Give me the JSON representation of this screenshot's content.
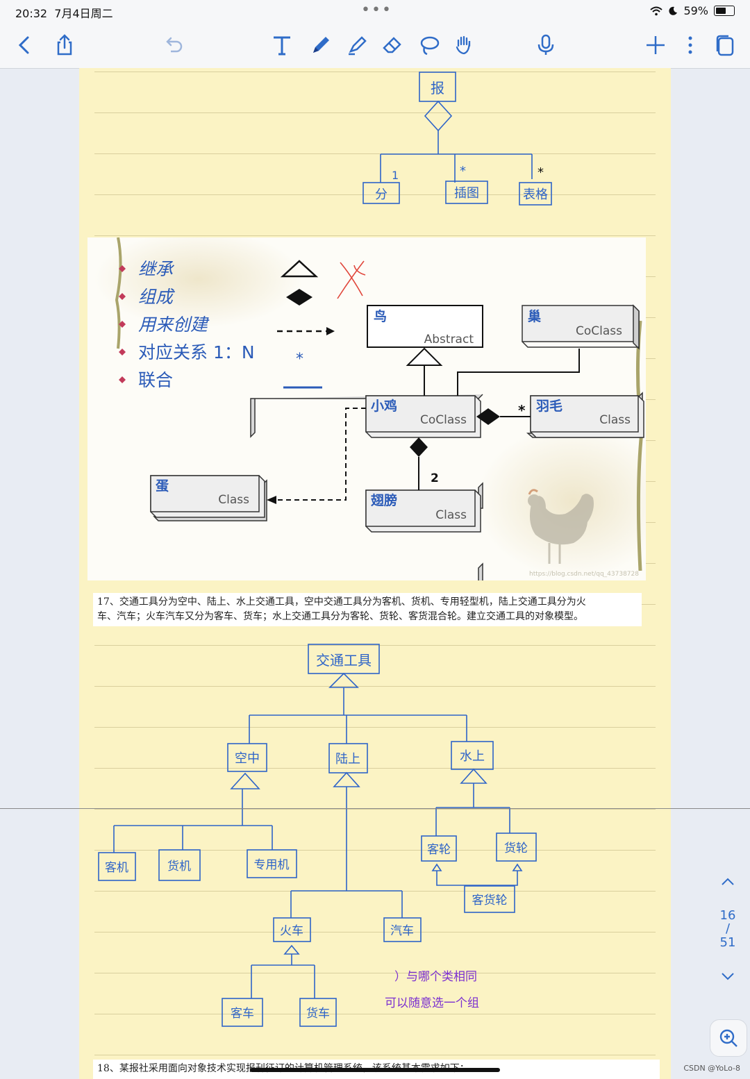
{
  "status": {
    "time": "20:32",
    "date": "7月4日周二",
    "battery": "59%",
    "battery_level": 0.59
  },
  "toolbar": {
    "tools": [
      {
        "name": "back-button",
        "icon": "chevron-left-icon"
      },
      {
        "name": "share-button",
        "icon": "share-icon"
      },
      {
        "name": "undo-button",
        "icon": "undo-icon"
      },
      {
        "name": "text-tool-button",
        "icon": "text-tool-icon"
      },
      {
        "name": "pen-tool-button",
        "icon": "pen-icon"
      },
      {
        "name": "highlighter-tool-button",
        "icon": "highlighter-icon"
      },
      {
        "name": "eraser-tool-button",
        "icon": "eraser-icon"
      },
      {
        "name": "lasso-tool-button",
        "icon": "lasso-icon"
      },
      {
        "name": "hand-tool-button",
        "icon": "hand-icon"
      },
      {
        "name": "microphone-button",
        "icon": "microphone-icon"
      },
      {
        "name": "add-button",
        "icon": "plus-icon"
      },
      {
        "name": "more-button",
        "icon": "more-vertical-icon"
      },
      {
        "name": "pages-button",
        "icon": "pages-icon"
      }
    ]
  },
  "handwriting_top": {
    "root": "报",
    "children": [
      "分",
      "插图",
      "表格"
    ],
    "multiplicities": [
      "1",
      "*",
      "*"
    ]
  },
  "legend": {
    "items": [
      "继承",
      "组成",
      "用来创建",
      "对应关系 1：N",
      "联合"
    ],
    "star_symbol": "*"
  },
  "uml": {
    "bird": {
      "name": "鸟",
      "stereotype": "Abstract"
    },
    "nest": {
      "name": "巢",
      "stereotype": "CoClass"
    },
    "chick": {
      "name": "小鸡",
      "stereotype": "CoClass"
    },
    "feather": {
      "name": "羽毛",
      "stereotype": "Class"
    },
    "egg": {
      "name": "蛋",
      "stereotype": "Class"
    },
    "wing": {
      "name": "翅膀",
      "stereotype": "Class"
    },
    "multiplicity_feather": "*",
    "multiplicity_wing": "2",
    "watermark": "https://blog.csdn.net/qq_43738728"
  },
  "question17": {
    "line1": "17、交通工具分为空中、陆上、水上交通工具，空中交通工具分为客机、货机、专用轻型机，陆上交通工具分为火",
    "line2": "车、汽车；火车汽车又分为客车、货车；水上交通工具分为客轮、货轮、客货混合轮。建立交通工具的对象模型。"
  },
  "handwriting_vehicles": {
    "root": "交通工具",
    "level1": [
      "空中",
      "陆上",
      "水上"
    ],
    "air": [
      "客机",
      "货机",
      "专用机"
    ],
    "land": [
      "火车",
      "汽车"
    ],
    "train": [
      "客车",
      "货车"
    ],
    "water": [
      "客轮",
      "货轮"
    ],
    "mixed": "客货轮",
    "note1": "）与哪个类相同",
    "note2": "可以随意选一个组"
  },
  "question18": {
    "line1": "18、某报社采用面向对象技术实现报刊征订的计算机管理系统，该系统基本需求如下："
  },
  "pager": {
    "current": "16",
    "separator": "/",
    "total": "51"
  },
  "credit": "CSDN @YoLo-8",
  "colors": {
    "ink": "#2e64c8",
    "purple": "#7b2fd0",
    "paper": "#fbf3c4",
    "accent": "#2f6cc8"
  }
}
